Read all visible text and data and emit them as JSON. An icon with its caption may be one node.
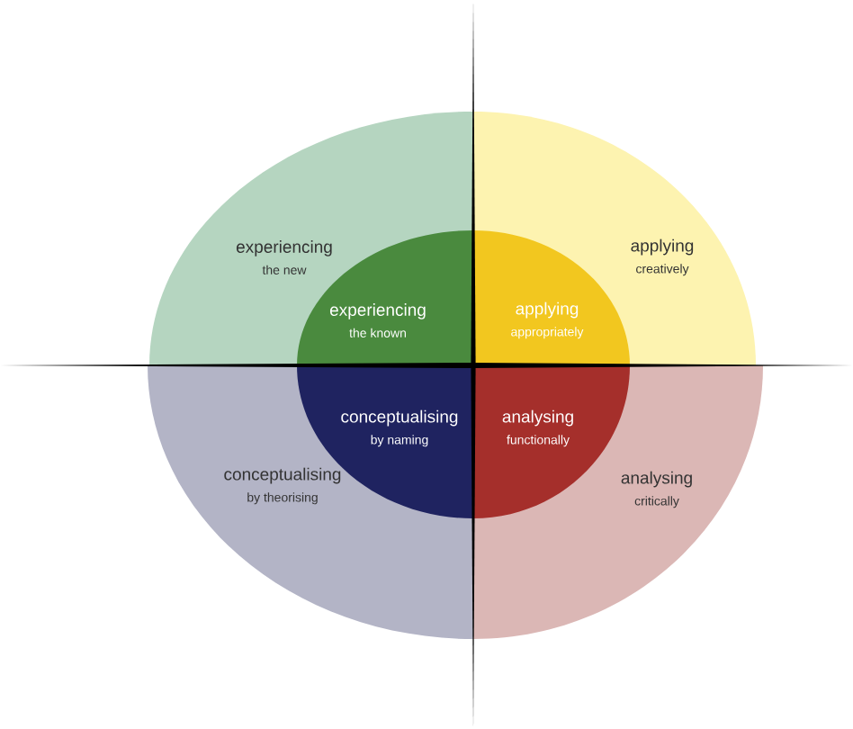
{
  "diagram": {
    "nodes": [
      {
        "text": [
          "experiencing",
          "the new"
        ]
      },
      {
        "text": [
          "experiencing",
          "the known"
        ],
        "in": 0
      },
      {
        "text": [
          "applying",
          "creatively"
        ]
      },
      {
        "text": [
          "applying",
          "appropriately"
        ],
        "in": 2
      },
      {
        "text": [
          "conceptualising",
          "by theorising"
        ]
      },
      {
        "text": [
          "conceptualising",
          "by naming"
        ],
        "in": 4
      },
      {
        "text": [
          "analysing",
          "critically"
        ]
      },
      {
        "text": [
          "analysing",
          "functionally"
        ],
        "in": 6
      }
    ]
  }
}
